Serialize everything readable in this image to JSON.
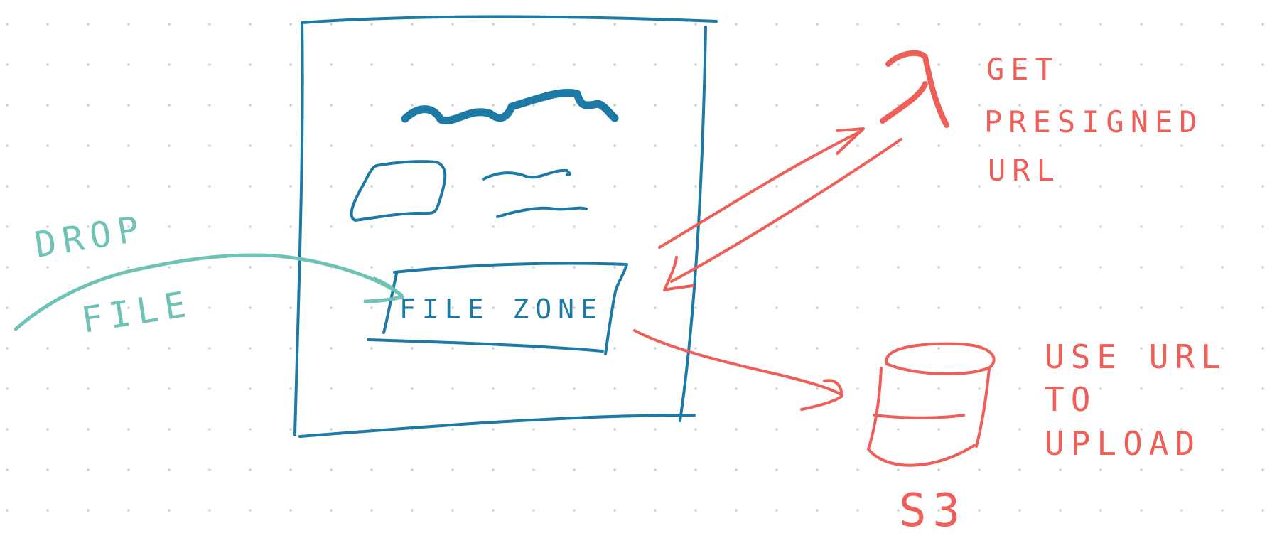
{
  "labels": {
    "drop_file_line1": "DROP",
    "drop_file_line2": "FILE",
    "file_zone": "FILE ZONE",
    "get_presigned_line1": "GET",
    "get_presigned_line2": "PRESIGNED",
    "get_presigned_line3": "URL",
    "use_url_line1": "USE URL",
    "use_url_line2": "TO",
    "use_url_line3": "UPLOAD",
    "storage": "S3"
  },
  "icons": {
    "lambda": "lambda-icon",
    "bucket": "database-cylinder-icon"
  },
  "colors": {
    "page_outline": "#1d7aa6",
    "backend_flow": "#ef5e57",
    "user_action": "#6fc3b6",
    "dot_grid": "#c9cfd3"
  }
}
